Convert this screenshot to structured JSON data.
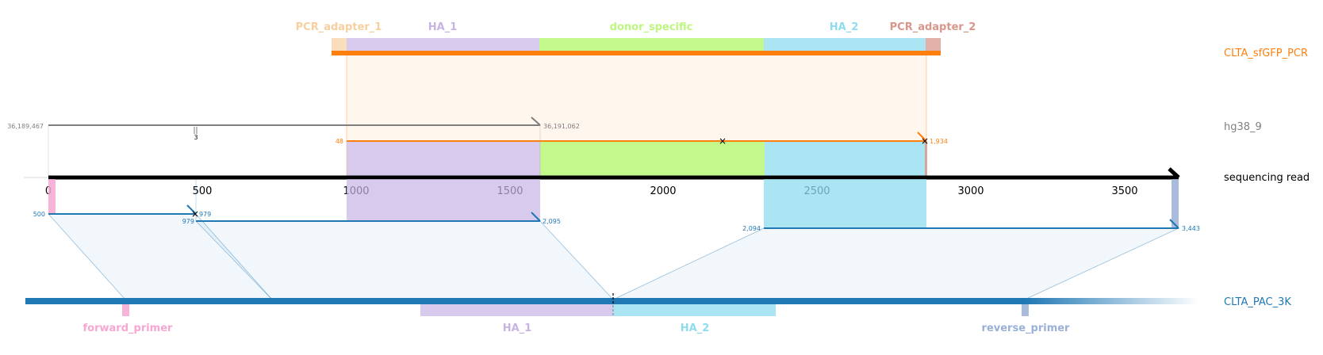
{
  "reference_names": {
    "donor": "CLTA_sfGFP_PCR",
    "genome": "hg38_9",
    "read": "sequencing read",
    "plasmid": "CLTA_PAC_3K"
  },
  "donor_features": [
    {
      "name": "PCR_adapter_1",
      "color": "#f7cf9f"
    },
    {
      "name": "HA_1",
      "color": "#c8b4e4"
    },
    {
      "name": "donor_specific",
      "color": "#bdf77f"
    },
    {
      "name": "HA_2",
      "color": "#8fdcef"
    },
    {
      "name": "PCR_adapter_2",
      "color": "#d9968a"
    }
  ],
  "plasmid_features": [
    {
      "name": "forward_primer",
      "color": "#f7a6d2"
    },
    {
      "name": "HA_1",
      "color": "#c8b4e4"
    },
    {
      "name": "HA_2",
      "color": "#8fdcef"
    },
    {
      "name": "reverse_primer",
      "color": "#9ab0d6"
    }
  ],
  "read_axis": {
    "ticks": [
      "0",
      "500",
      "1000",
      "1500",
      "2000",
      "2500",
      "3000",
      "3500"
    ]
  },
  "alignment_labels": {
    "genome_start": "36,189,467",
    "genome_end": "36,191,062",
    "genome_gap": "3",
    "donor_start": "48",
    "donor_end": "1,934",
    "plasmid_a_start": "500",
    "plasmid_a_end": "979",
    "plasmid_b_start": "979",
    "plasmid_b_end": "2,095",
    "plasmid_c_start": "2,094",
    "plasmid_c_end": "3,443"
  },
  "colors": {
    "donor": "#ff7f0e",
    "genome": "#7f7f7f",
    "read": "#000000",
    "plasmid": "#1f77b4"
  }
}
